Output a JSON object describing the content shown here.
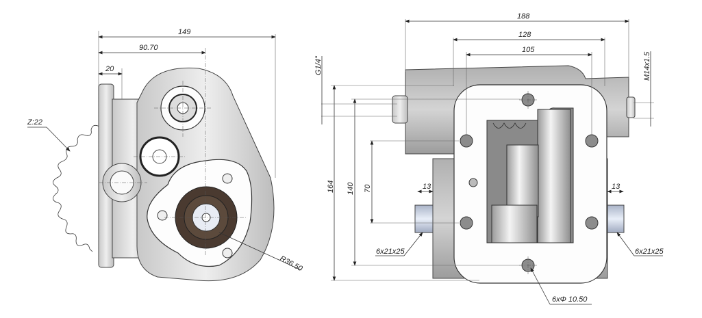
{
  "left_view": {
    "gear_teeth_label": "Z:22",
    "dim_overall_width": "149",
    "dim_shaft_offset": "90.70",
    "dim_flange": "20",
    "dim_radius": "R36.50"
  },
  "right_view": {
    "dim_overall_width": "188",
    "dim_flange_width": "128",
    "dim_bolt_spacing": "105",
    "thread_left": "G1/4\"",
    "thread_right": "M14x1.5",
    "dim_height_overall": "164",
    "dim_height_bolts": "140",
    "dim_height_shaft": "70",
    "dim_shaft_len_left": "13",
    "dim_shaft_len_right": "13",
    "spline_left": "6x21x25",
    "spline_right": "6x21x25",
    "bolt_holes": "6xΦ 10.50"
  },
  "colors": {
    "metal_light": "#e6e6e6",
    "metal_dark": "#9a9a9a",
    "seal_brown": "#4a3a30",
    "spline_blue": "#c9d4ea"
  }
}
